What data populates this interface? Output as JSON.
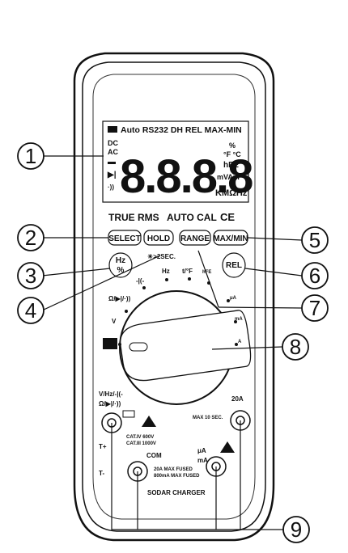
{
  "lcd": {
    "top_row": "Auto RS232 DH REL MAX-MIN",
    "dc": "DC",
    "ac": "AC",
    "digits": "8.8.8.8",
    "percent": "%",
    "temp": "°F °C",
    "hfe": "hFE",
    "units1": "mVAnF",
    "units2": "KMΩHz"
  },
  "labels": {
    "true_rms": "TRUE RMS",
    "auto_cal": "AUTO CAL",
    "ce": "CE"
  },
  "buttons": {
    "select": "SELECT",
    "hold": "HOLD",
    "range": "RANGE",
    "max_min": "MAX/MIN",
    "hz": "Hz",
    "hz_pct": "%",
    "rel": "REL",
    "backlight": "☀>2SEC."
  },
  "dial": {
    "cap": "-|(-",
    "hz": "Hz",
    "temp": "t/°F",
    "hfe": "hFE",
    "ohm": "Ω/▶|/·))",
    "v": "V",
    "ua": "μA",
    "ma": "mA",
    "a": "A"
  },
  "terminals": {
    "left_top": "V/Hz/-|(-",
    "left_top2": "Ω/▶|/·))",
    "t_plus": "T+",
    "t_minus": "T-",
    "cat": "CAT.IV 600V",
    "cat2": "CAT.III 1000V",
    "com": "COM",
    "fuse1": "20A MAX FUSED",
    "fuse2": "800mA MAX FUSED",
    "ua": "μA",
    "ma": "mA",
    "max10": "MAX 10 SEC.",
    "a20": "20A",
    "solar": "SODAR CHARGER"
  },
  "callouts": [
    "1",
    "2",
    "3",
    "4",
    "5",
    "6",
    "7",
    "8",
    "9"
  ]
}
